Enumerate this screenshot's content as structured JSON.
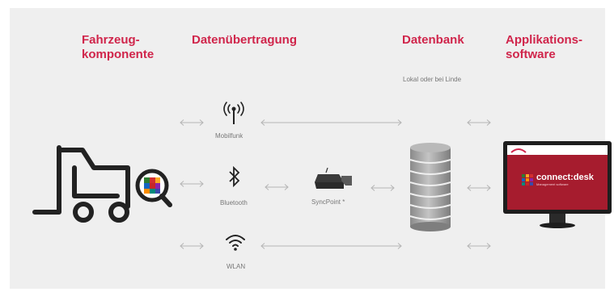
{
  "headings": {
    "vehicle": "Fahrzeug-\nkomponente",
    "transfer": "Datenübertragung",
    "database": "Datenbank",
    "software": "Applikations-\nsoftware"
  },
  "database_note": "Lokal oder bei Linde",
  "channels": {
    "mobile": "Mobilfunk",
    "bluetooth": "Bluetooth",
    "wlan": "WLAN"
  },
  "sync_point": "SyncPoint *",
  "monitor": {
    "brand": "connect:desk",
    "tagline": "Management software"
  },
  "colors": {
    "accent": "#d0254b",
    "arrow": "#b5b5b5",
    "icon": "#222222"
  },
  "icons": [
    "forklift-icon",
    "magnifier-icon",
    "antenna-icon",
    "bluetooth-icon",
    "sync-point-icon",
    "database-icon",
    "wifi-icon",
    "monitor-icon"
  ]
}
